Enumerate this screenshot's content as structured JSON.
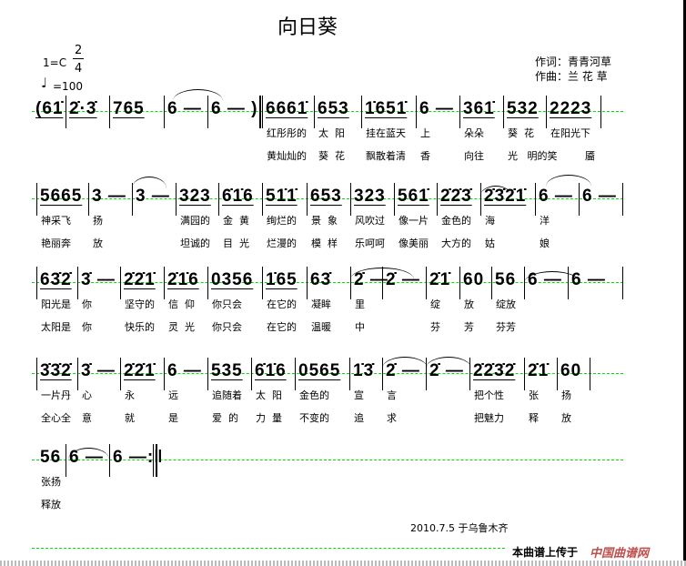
{
  "title": "向日葵",
  "key": "1=C",
  "time_signature": {
    "top": "2",
    "bottom": "4"
  },
  "tempo": "=100",
  "lyricist": "作词：青青河草",
  "composer": "作曲：兰 花 草",
  "rows": [
    {
      "measures": [
        {
          "n": "(61̇",
          "u": true,
          "l1": "",
          "l2": ""
        },
        {
          "n": "2̇·3̇",
          "u": true,
          "l1": "",
          "l2": ""
        },
        {
          "n": "765",
          "u": true,
          "l1": "",
          "l2": ""
        },
        {
          "n": "6 —",
          "u": false,
          "l1": "",
          "l2": ""
        },
        {
          "n": "6 — )",
          "u": false,
          "l1": "",
          "l2": ""
        },
        {
          "n": "6661̇",
          "u": true,
          "l1": "红彤彤的",
          "l2": "黄灿灿的"
        },
        {
          "n": "653",
          "u": true,
          "l1": "太  阳",
          "l2": "葵  花"
        },
        {
          "n": "1̇651̇",
          "u": true,
          "l1": "挂在蓝天",
          "l2": "飘散着清"
        },
        {
          "n": "6 —",
          "u": false,
          "l1": "上",
          "l2": "香"
        },
        {
          "n": "361̇",
          "u": true,
          "l1": "朵朵",
          "l2": "向往"
        },
        {
          "n": "532",
          "u": true,
          "l1": "葵  花",
          "l2": "光   明的笑"
        },
        {
          "n": "2223",
          "u": true,
          "l1": "在阳光下",
          "l2": "靥"
        }
      ]
    },
    {
      "measures": [
        {
          "n": "5665",
          "u": true,
          "l1": "神采飞",
          "l2": "艳丽奔"
        },
        {
          "n": "3 —",
          "u": false,
          "l1": "扬",
          "l2": "放"
        },
        {
          "n": "3 —",
          "u": false,
          "l1": "",
          "l2": ""
        },
        {
          "n": "323",
          "u": true,
          "l1": "满园的",
          "l2": "坦诚的"
        },
        {
          "n": "6̇1̇6",
          "u": true,
          "l1": "金  黄",
          "l2": "目  光"
        },
        {
          "n": "51̇1̇",
          "u": true,
          "l1": "绚烂的",
          "l2": "烂漫的"
        },
        {
          "n": "653",
          "u": true,
          "l1": "景  象",
          "l2": "模  样"
        },
        {
          "n": "323",
          "u": true,
          "l1": "风吹过",
          "l2": "乐呵呵"
        },
        {
          "n": "561̇",
          "u": true,
          "l1": "像一片",
          "l2": "像美丽"
        },
        {
          "n": "2̇2̇3̇",
          "u": true,
          "l1": "金色的",
          "l2": "大方的"
        },
        {
          "n": "2̇3̇2̇1̇",
          "u": true,
          "l1": "海",
          "l2": "姑"
        },
        {
          "n": "6 —",
          "u": false,
          "l1": "洋",
          "l2": "娘"
        },
        {
          "n": "6 —",
          "u": false,
          "l1": "",
          "l2": ""
        }
      ]
    },
    {
      "measures": [
        {
          "n": "63̇2̇",
          "u": true,
          "l1": "阳光是",
          "l2": "太阳是"
        },
        {
          "n": "3̇ —",
          "u": false,
          "l1": "你",
          "l2": "你"
        },
        {
          "n": "2̇2̇1̇",
          "u": true,
          "l1": "坚守的",
          "l2": "快乐的"
        },
        {
          "n": "2̇1̇6",
          "u": true,
          "l1": "信  仰",
          "l2": "灵  光"
        },
        {
          "n": "0356",
          "u": true,
          "l1": "你只会",
          "l2": "你只会"
        },
        {
          "n": "1̇65",
          "u": true,
          "l1": "在它的",
          "l2": "在它的"
        },
        {
          "n": "63̇",
          "u": false,
          "l1": "凝眸",
          "l2": "温暖"
        },
        {
          "n": "2̇ —",
          "u": false,
          "l1": "里",
          "l2": "中"
        },
        {
          "n": "2̇ —",
          "u": false,
          "l1": "",
          "l2": ""
        },
        {
          "n": "2̇1̇",
          "u": false,
          "l1": "绽",
          "l2": "芬"
        },
        {
          "n": "60",
          "u": false,
          "l1": "放",
          "l2": "芳"
        },
        {
          "n": "56",
          "u": false,
          "l1": "绽放",
          "l2": "芬芳"
        },
        {
          "n": "6 —",
          "u": false,
          "l1": "",
          "l2": ""
        },
        {
          "n": "6 —",
          "u": false,
          "l1": "",
          "l2": ""
        }
      ]
    },
    {
      "measures": [
        {
          "n": "3̇3̇2̇",
          "u": true,
          "l1": "一片丹",
          "l2": "全心全"
        },
        {
          "n": "3̇ —",
          "u": false,
          "l1": "心",
          "l2": "意"
        },
        {
          "n": "2̇2̇1̇",
          "u": true,
          "l1": "永",
          "l2": "就"
        },
        {
          "n": "6 —",
          "u": false,
          "l1": "远",
          "l2": "是"
        },
        {
          "n": "535",
          "u": true,
          "l1": "追随着",
          "l2": "爱  的"
        },
        {
          "n": "6̇1̇6",
          "u": true,
          "l1": "太  阳",
          "l2": "力  量"
        },
        {
          "n": "0565",
          "u": true,
          "l1": "金色的",
          "l2": "不变的"
        },
        {
          "n": "1̇3̇",
          "u": false,
          "l1": "宣",
          "l2": "追"
        },
        {
          "n": "2̇ —",
          "u": false,
          "l1": "言",
          "l2": "求"
        },
        {
          "n": "2̇ —",
          "u": false,
          "l1": "",
          "l2": ""
        },
        {
          "n": "2̇2̇3̇2̇",
          "u": true,
          "l1": "把个性",
          "l2": "把魅力"
        },
        {
          "n": "2̇1̇",
          "u": false,
          "l1": "张",
          "l2": "释"
        },
        {
          "n": "60",
          "u": false,
          "l1": "扬",
          "l2": "放"
        }
      ]
    },
    {
      "measures": [
        {
          "n": "56",
          "u": false,
          "l1": "张扬",
          "l2": "释放"
        },
        {
          "n": "6 —",
          "u": false,
          "l1": "",
          "l2": ""
        },
        {
          "n": "6 —:‖",
          "u": false,
          "l1": "",
          "l2": ""
        }
      ]
    }
  ],
  "footer": {
    "date": "2010.7.5 于乌鲁木齐",
    "upload": "本曲谱上传于",
    "logo": "中国曲谱网"
  }
}
